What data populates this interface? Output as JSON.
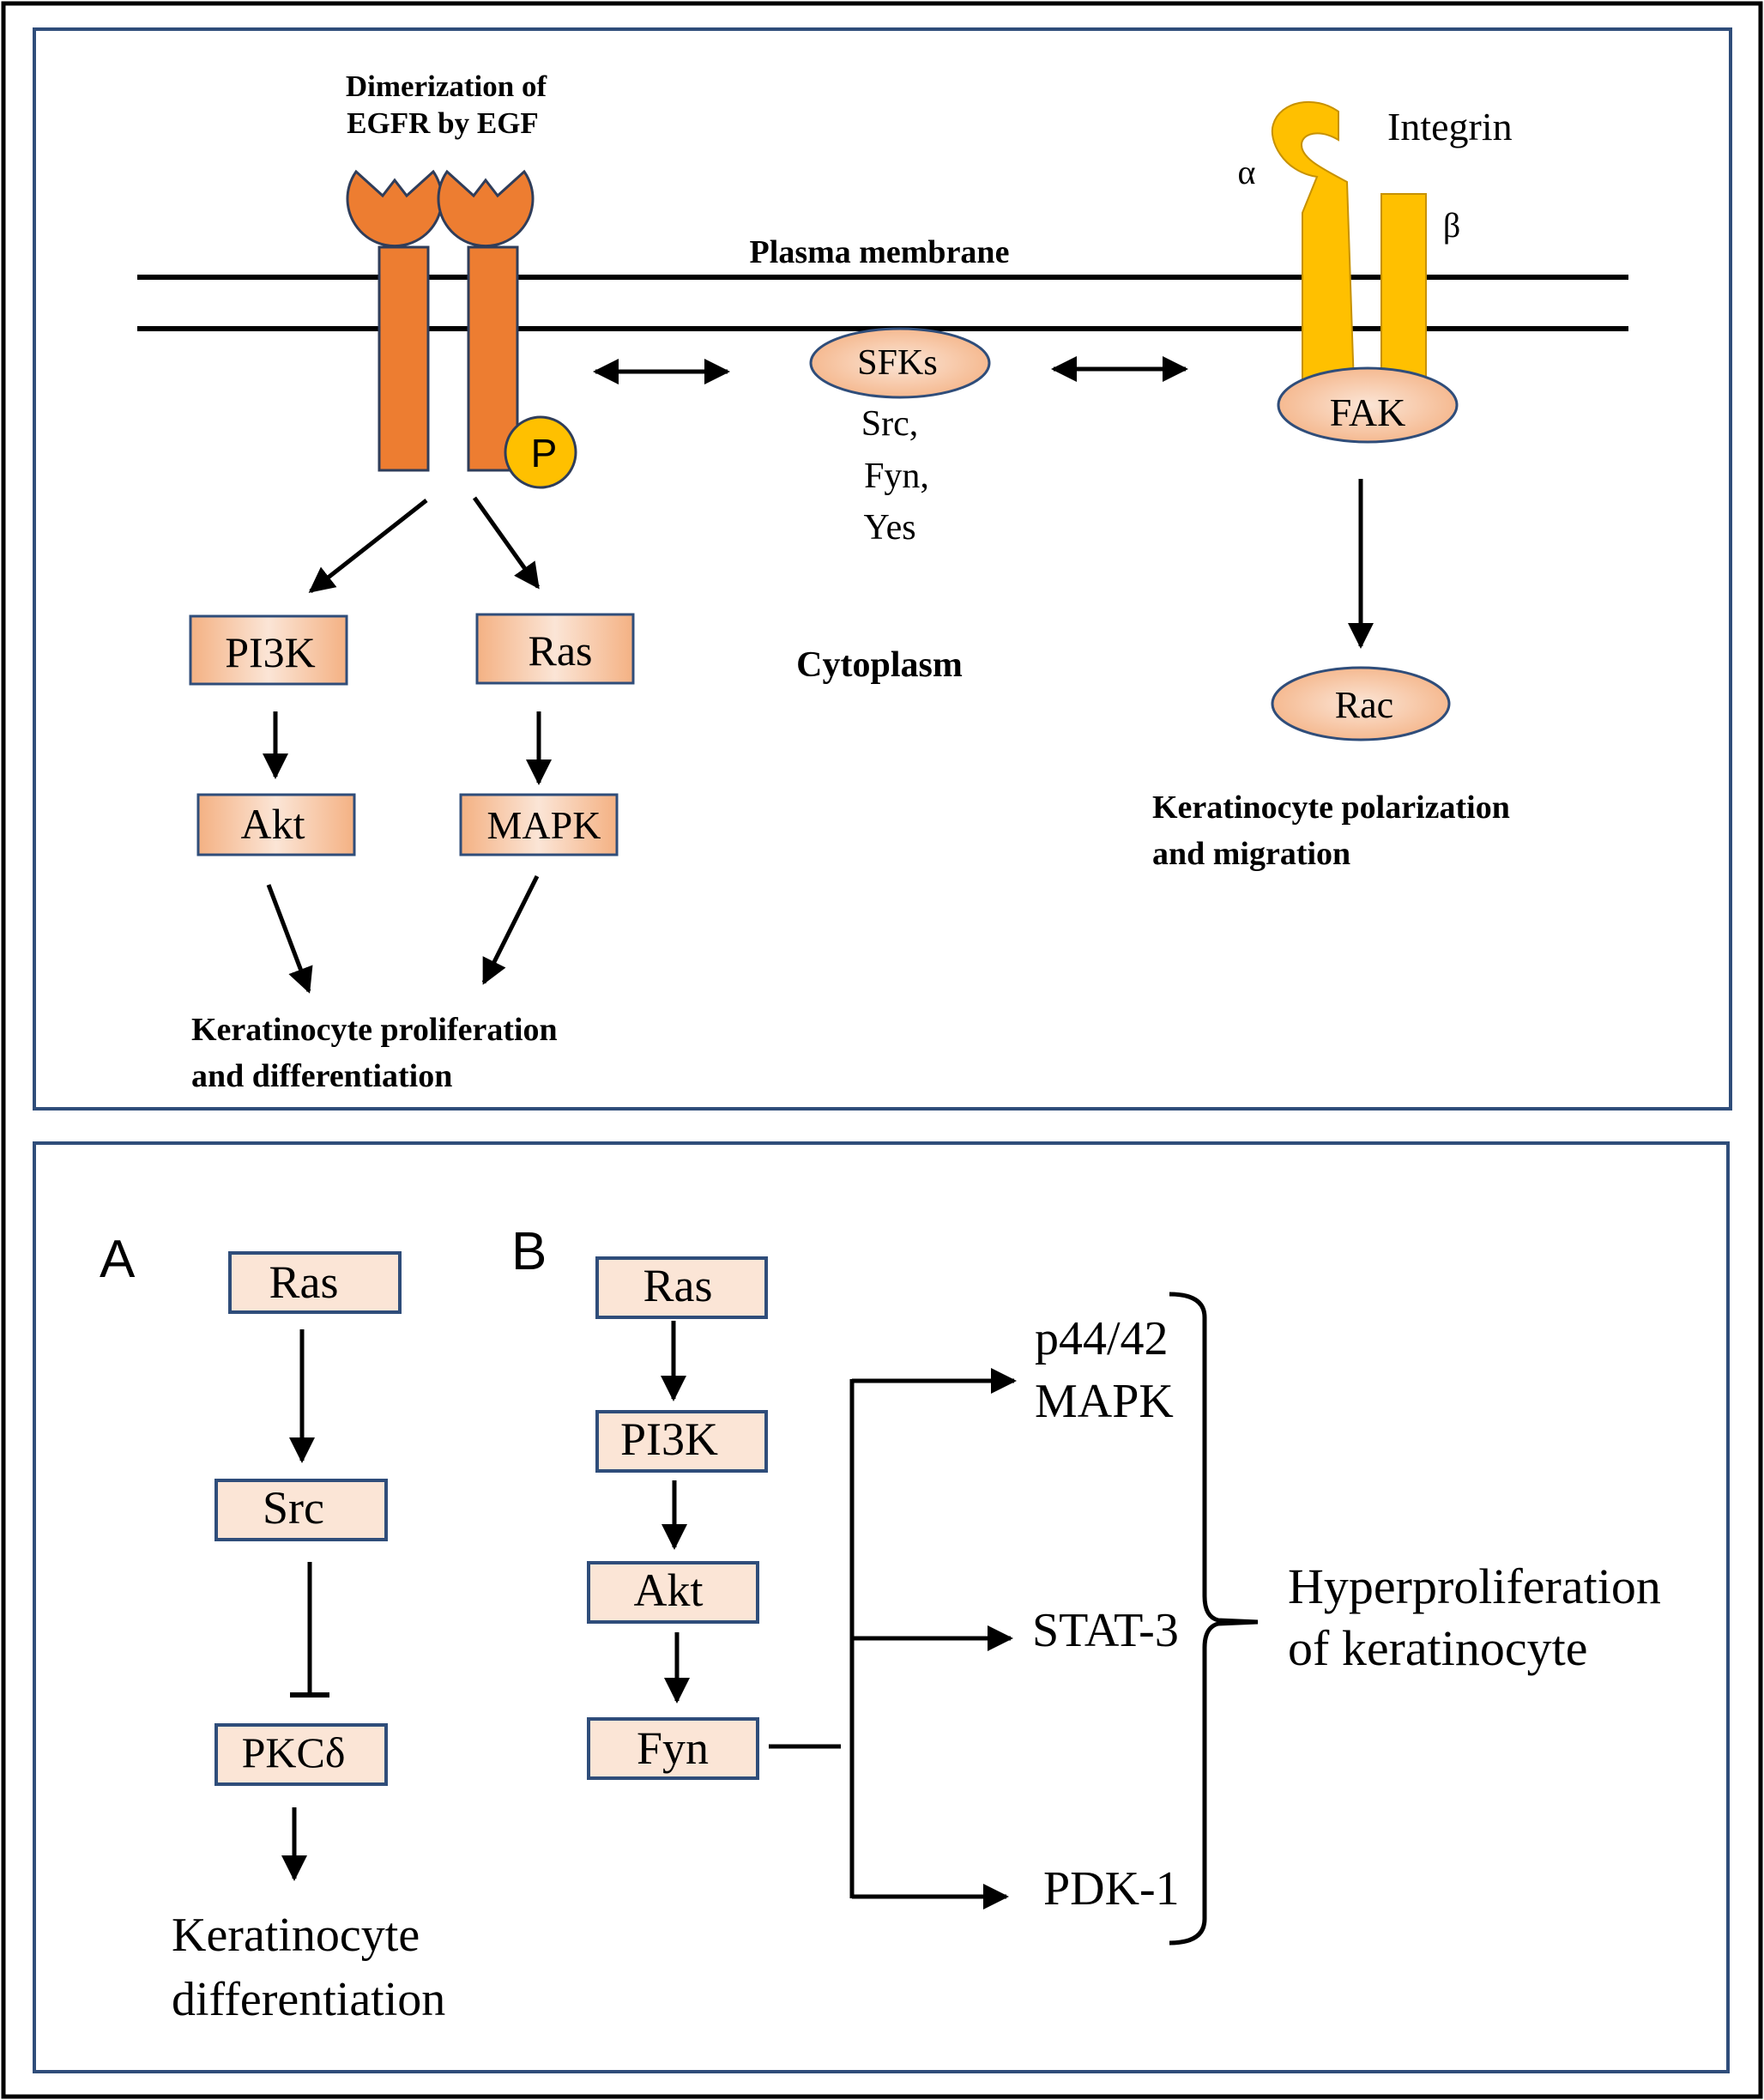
{
  "colors": {
    "frame_outer": "#000000",
    "frame_inner": "#2f4d7a",
    "receptor_orange": "#ed7d31",
    "receptor_stroke": "#2f3d5a",
    "phospho_yellow": "#ffc000",
    "integrin_yellow": "#ffc000",
    "box_gradient_light": "#fbe5d6",
    "box_gradient_dark": "#f4b183",
    "panel2_box_fill": "#fbe5d6",
    "box_stroke": "#2f4d7a",
    "line": "#000000"
  },
  "top_panel": {
    "egfr_title_line1": "Dimerization of",
    "egfr_title_line2": "EGFR by EGF",
    "membrane_label": "Plasma membrane",
    "phospho_label": "P",
    "sfks_label": "SFKs",
    "sfks_members": [
      "Src,",
      "Fyn,",
      "Yes"
    ],
    "integrin_label": "Integrin",
    "alpha_label": "α",
    "beta_label": "β",
    "fak_label": "FAK",
    "rac_label": "Rac",
    "cytoplasm_label": "Cytoplasm",
    "pi3k_label": "PI3K",
    "ras_label": "Ras",
    "akt_label": "Akt",
    "mapk_label": "MAPK",
    "outcome_left_line1": "Keratinocyte proliferation",
    "outcome_left_line2": "and differentiation",
    "outcome_right_line1": "Keratinocyte polarization",
    "outcome_right_line2": "and migration",
    "icons": [
      "egfr-receptor-icon",
      "integrin-icon",
      "double-arrow-icon",
      "arrow-icon"
    ]
  },
  "bottom_panel": {
    "a": {
      "panel_label": "A",
      "ras_label": "Ras",
      "src_label": "Src",
      "pkc_label": "PKCδ",
      "outcome_line1": "Keratinocyte",
      "outcome_line2": "differentiation"
    },
    "b": {
      "panel_label": "B",
      "ras_label": "Ras",
      "pi3k_label": "PI3K",
      "akt_label": "Akt",
      "fyn_label": "Fyn",
      "target1_line1": "p44/42",
      "target1_line2": "MAPK",
      "target2_label": "STAT-3",
      "target3_label": "PDK-1",
      "outcome_line1": "Hyperproliferation",
      "outcome_line2": "of keratinocyte"
    }
  }
}
